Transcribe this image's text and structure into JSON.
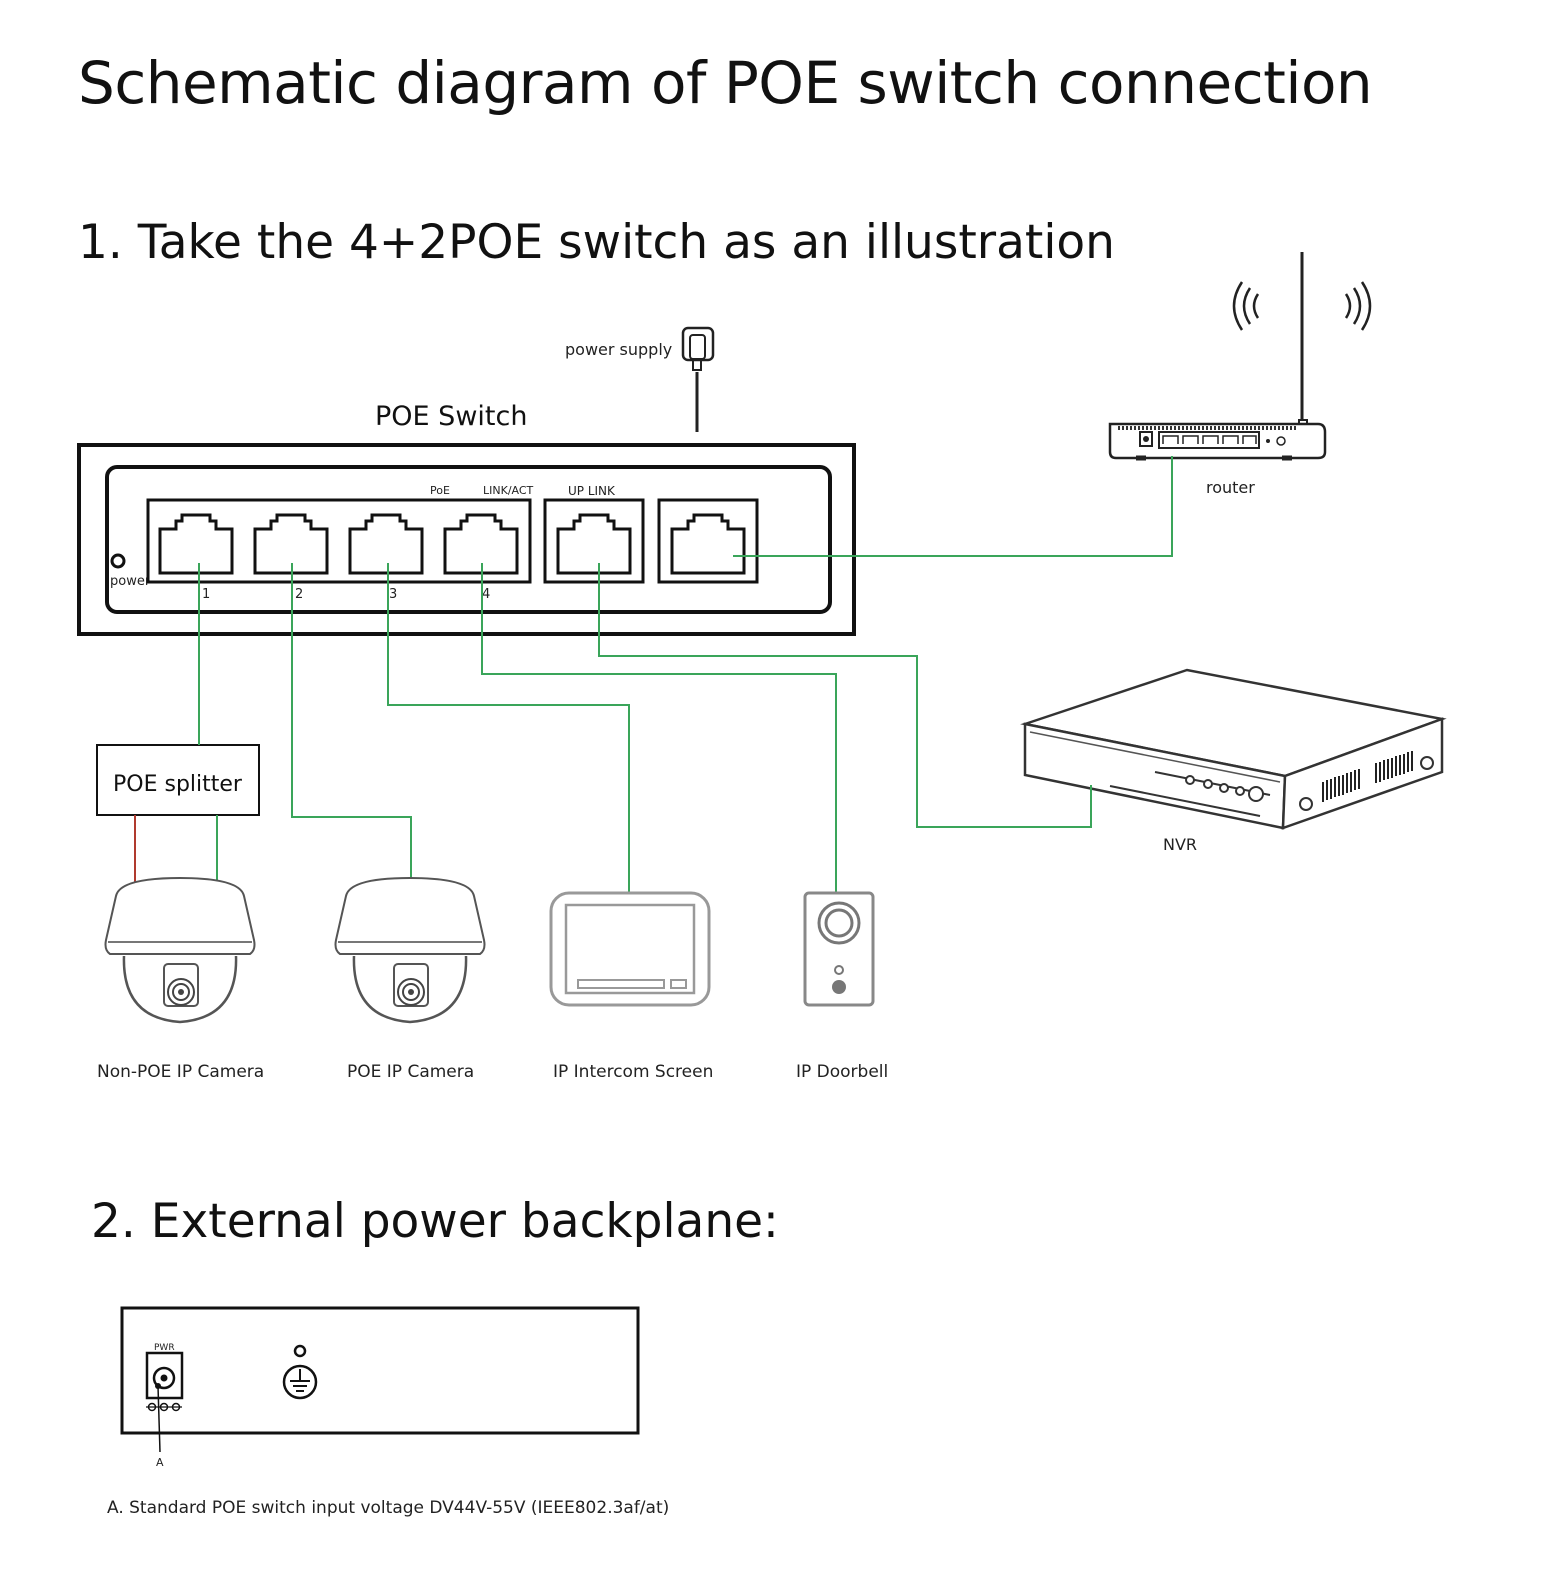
{
  "title": "Schematic diagram of POE switch connection",
  "section1": {
    "heading": "1. Take the 4+2POE switch as an illustration",
    "power_supply_label": "power supply",
    "switch_label": "POE Switch",
    "switch_panel": {
      "poe_label": "PoE",
      "link_act_label": "LINK/ACT",
      "uplink_label": "UP LINK",
      "power_led_label": "power",
      "port_numbers": [
        "1",
        "2",
        "3",
        "4"
      ]
    },
    "router_label": "router",
    "nvr_label": "NVR",
    "splitter_label": "POE splitter",
    "devices": [
      {
        "label": "Non-POE IP Camera",
        "icon": "dome-camera-icon"
      },
      {
        "label": "POE IP Camera",
        "icon": "dome-camera-icon"
      },
      {
        "label": "IP Intercom Screen",
        "icon": "intercom-screen-icon"
      },
      {
        "label": "IP Doorbell",
        "icon": "doorbell-icon"
      }
    ],
    "colors": {
      "data_line": "#3aa55a",
      "power_line": "#b03a2e"
    }
  },
  "section2": {
    "heading": "2. External power backplane:",
    "pwr_label": "PWR",
    "pointer_label": "A",
    "note": "A. Standard POE switch input voltage DV44V-55V (IEEE802.3af/at)"
  }
}
